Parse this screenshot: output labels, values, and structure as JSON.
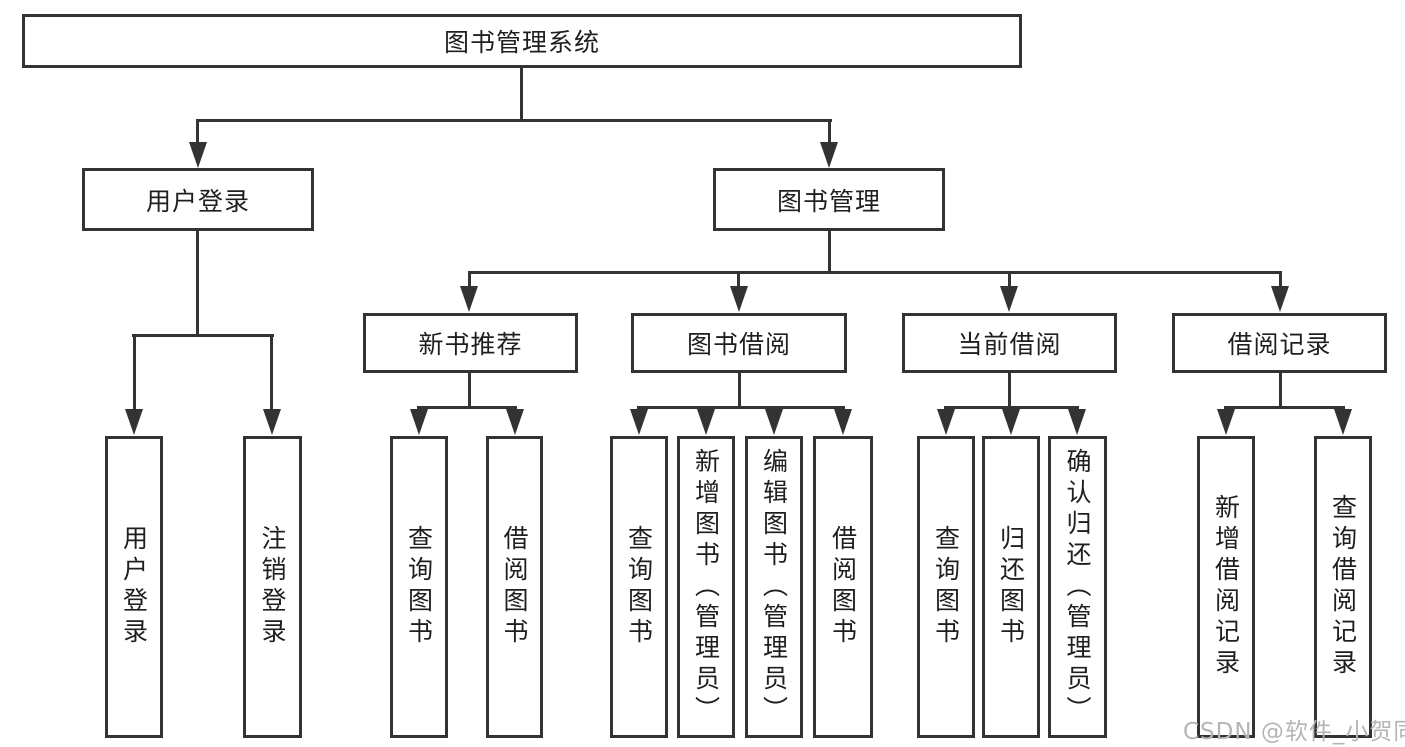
{
  "diagram_type": "hierarchy-tree",
  "colors": {
    "line": "#333333",
    "box_border": "#333333",
    "text": "#1f1f1f",
    "background": "#ffffff",
    "watermark": "#b5b5b5"
  },
  "tree": {
    "label": "图书管理系统",
    "children": [
      {
        "label": "用户登录",
        "children": [
          {
            "label": "用户登录"
          },
          {
            "label": "注销登录"
          }
        ]
      },
      {
        "label": "图书管理",
        "children": [
          {
            "label": "新书推荐",
            "children": [
              {
                "label": "查询图书"
              },
              {
                "label": "借阅图书"
              }
            ]
          },
          {
            "label": "图书借阅",
            "children": [
              {
                "label": "查询图书"
              },
              {
                "label": "新增图书（管理员）"
              },
              {
                "label": "编辑图书（管理员）"
              },
              {
                "label": "借阅图书"
              }
            ]
          },
          {
            "label": "当前借阅",
            "children": [
              {
                "label": "查询图书"
              },
              {
                "label": "归还图书"
              },
              {
                "label": "确认归还（管理员）"
              }
            ]
          },
          {
            "label": "借阅记录",
            "children": [
              {
                "label": "新增借阅记录"
              },
              {
                "label": "查询借阅记录"
              }
            ]
          }
        ]
      }
    ]
  },
  "watermark": "CSDN @软件_小贺同学"
}
